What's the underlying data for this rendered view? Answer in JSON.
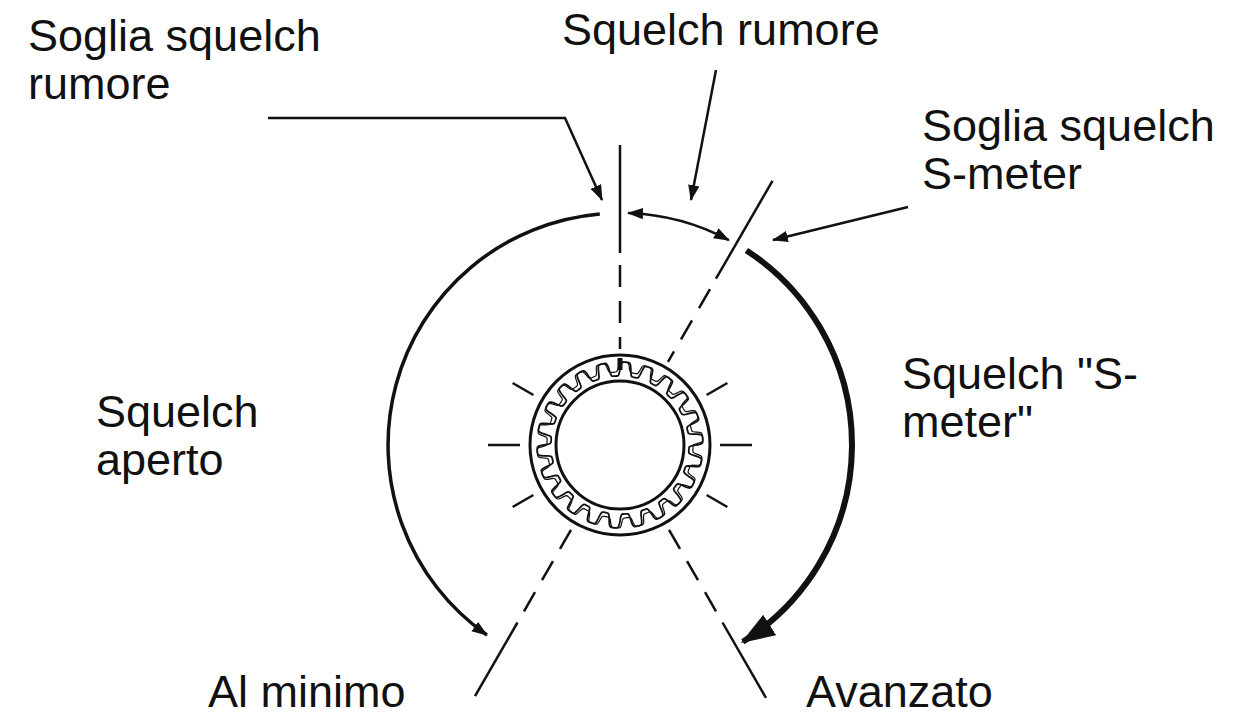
{
  "diagram": {
    "labels": [
      "Soglia squelch rumore",
      "Squelch rumore",
      "Soglia squelch S-meter",
      "Squelch aperto",
      "Squelch \"S-meter\"",
      "Al minimo",
      "Avanzato"
    ]
  }
}
